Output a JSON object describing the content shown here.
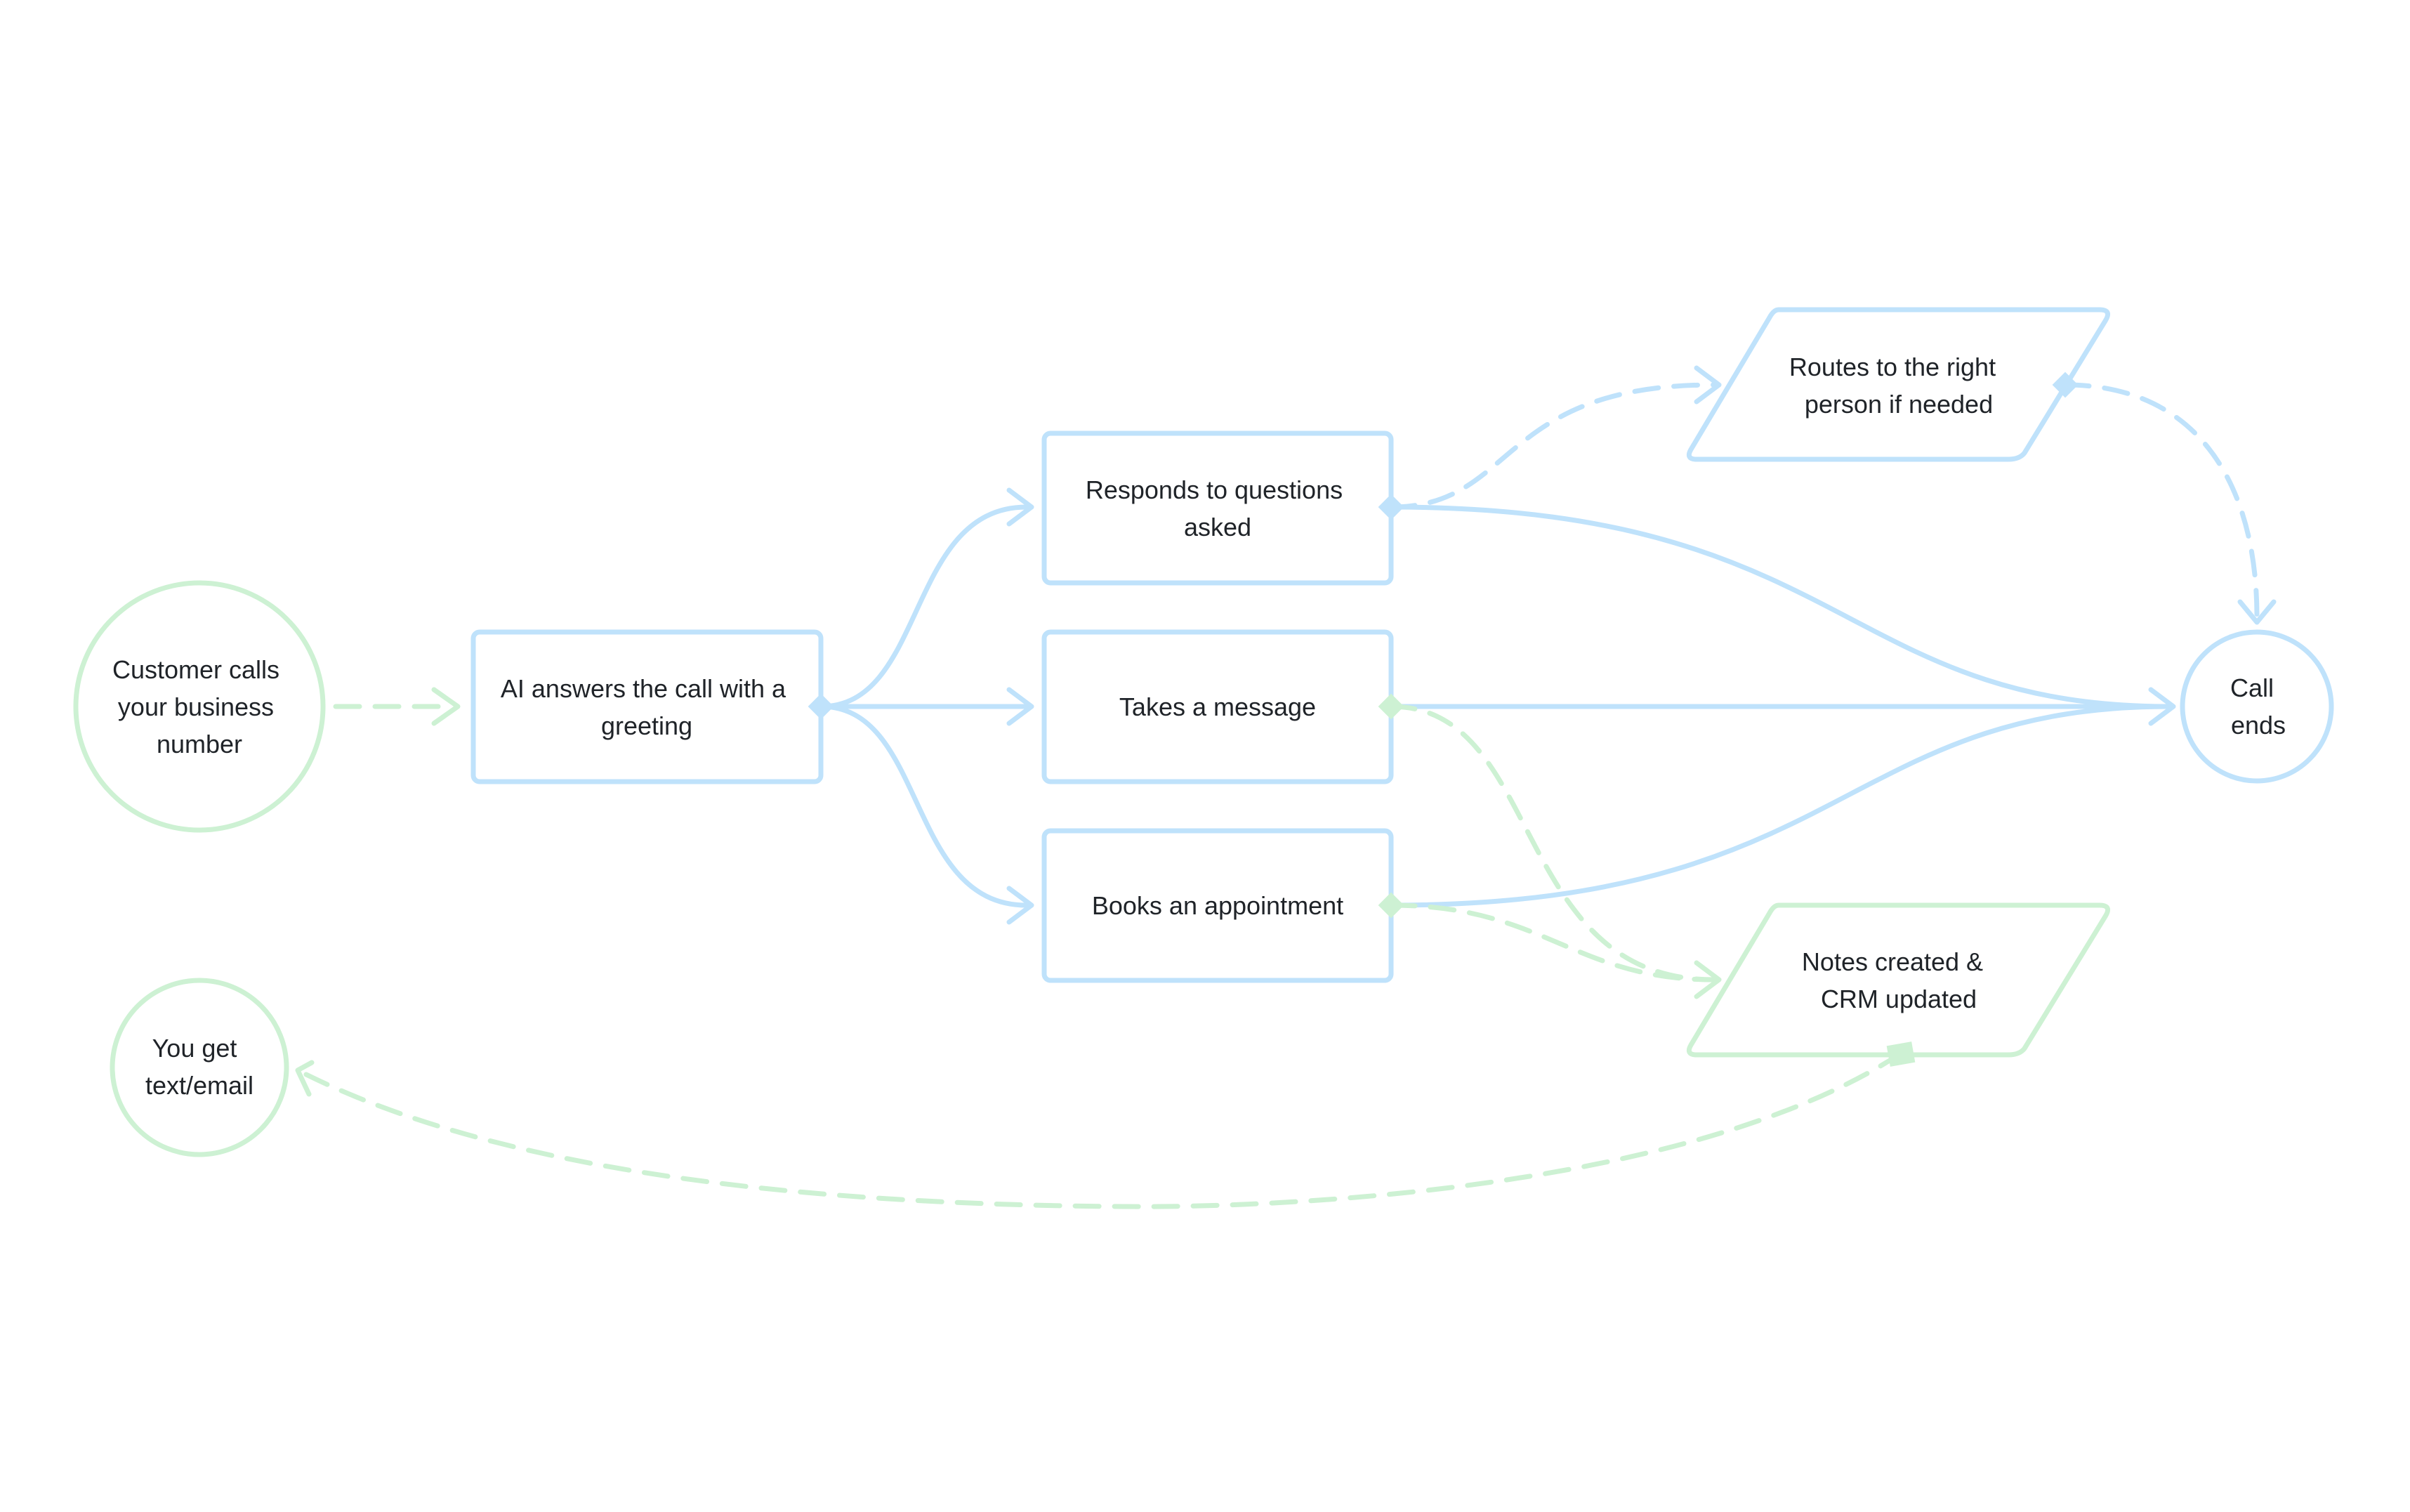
{
  "colors": {
    "blue": "#bfe2fb",
    "green": "#cdf1d3",
    "text": "#1f2328",
    "background": "#ffffff"
  },
  "nodes": {
    "customer_calls": {
      "shape": "circle",
      "color": "green",
      "lines": [
        "Customer calls",
        "your business",
        "number"
      ]
    },
    "ai_answers": {
      "shape": "rectangle",
      "color": "blue",
      "lines": [
        "AI answers the call with a",
        "greeting"
      ]
    },
    "responds": {
      "shape": "rectangle",
      "color": "blue",
      "lines": [
        "Responds to questions",
        "asked"
      ]
    },
    "takes_message": {
      "shape": "rectangle",
      "color": "blue",
      "lines": [
        "Takes a message"
      ]
    },
    "books_appointment": {
      "shape": "rectangle",
      "color": "blue",
      "lines": [
        "Books an appointment"
      ]
    },
    "routes": {
      "shape": "parallelogram",
      "color": "blue",
      "lines": [
        "Routes to the right",
        "person if needed"
      ]
    },
    "notes_crm": {
      "shape": "parallelogram",
      "color": "green",
      "lines": [
        "Notes created &",
        "CRM updated"
      ]
    },
    "call_ends": {
      "shape": "circle",
      "color": "blue",
      "lines": [
        "Call",
        "ends"
      ]
    },
    "you_get": {
      "shape": "circle",
      "color": "green",
      "lines": [
        "You get",
        "text/email"
      ]
    }
  },
  "edges": [
    {
      "from": "customer_calls",
      "to": "ai_answers",
      "style": "dashed",
      "color": "green"
    },
    {
      "from": "ai_answers",
      "to": "responds",
      "style": "solid",
      "color": "blue"
    },
    {
      "from": "ai_answers",
      "to": "takes_message",
      "style": "solid",
      "color": "blue"
    },
    {
      "from": "ai_answers",
      "to": "books_appointment",
      "style": "solid",
      "color": "blue"
    },
    {
      "from": "responds",
      "to": "routes",
      "style": "dashed",
      "color": "blue"
    },
    {
      "from": "routes",
      "to": "call_ends",
      "style": "dashed",
      "color": "blue"
    },
    {
      "from": "responds",
      "to": "call_ends",
      "style": "solid",
      "color": "blue"
    },
    {
      "from": "takes_message",
      "to": "call_ends",
      "style": "solid",
      "color": "blue"
    },
    {
      "from": "books_appointment",
      "to": "call_ends",
      "style": "solid",
      "color": "blue"
    },
    {
      "from": "takes_message",
      "to": "notes_crm",
      "style": "dashed",
      "color": "green"
    },
    {
      "from": "books_appointment",
      "to": "notes_crm",
      "style": "dashed",
      "color": "green"
    },
    {
      "from": "notes_crm",
      "to": "you_get",
      "style": "dashed",
      "color": "green"
    }
  ]
}
